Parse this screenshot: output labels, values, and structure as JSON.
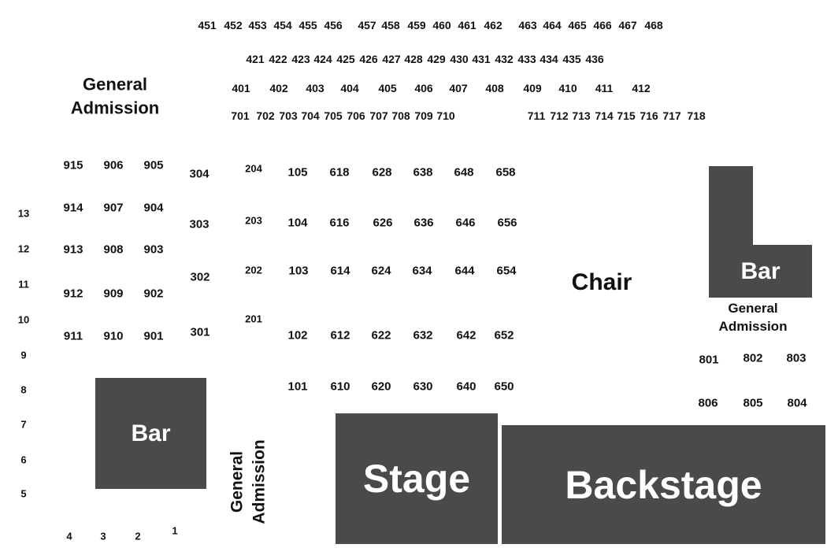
{
  "labels": {
    "ga_top_left": [
      "General",
      "Admission"
    ],
    "ga_right": [
      "General",
      "Admission"
    ],
    "ga_bottom": [
      "General",
      "Admission"
    ],
    "chair": "Chair",
    "bar_left": "Bar",
    "bar_right": "Bar",
    "stage": "Stage",
    "backstage": "Backstage"
  },
  "colors": {
    "block_fill": "#4a4a4a",
    "block_text": "#ffffff",
    "seat_text": "#111111"
  },
  "rows": {
    "r45x": [
      "451",
      "452",
      "453",
      "454",
      "455",
      "456",
      "457",
      "458",
      "459",
      "460",
      "461",
      "462",
      "463",
      "464",
      "465",
      "466",
      "467",
      "468"
    ],
    "r42x": [
      "421",
      "422",
      "423",
      "424",
      "425",
      "426",
      "427",
      "428",
      "429",
      "430",
      "431",
      "432",
      "433",
      "434",
      "435",
      "436"
    ],
    "r40x": [
      "401",
      "402",
      "403",
      "404",
      "405",
      "406",
      "407",
      "408",
      "409",
      "410",
      "411",
      "412"
    ],
    "r70x": [
      "701",
      "702",
      "703",
      "704",
      "705",
      "706",
      "707",
      "708",
      "709",
      "710",
      "711",
      "712",
      "713",
      "714",
      "715",
      "716",
      "717",
      "718"
    ],
    "left_col": [
      "13",
      "12",
      "11",
      "10",
      "9",
      "8",
      "7",
      "6",
      "5"
    ],
    "bottom_left": [
      "4",
      "3",
      "2",
      "1"
    ],
    "ga900": [
      [
        "915",
        "906",
        "905"
      ],
      [
        "914",
        "907",
        "904"
      ],
      [
        "913",
        "908",
        "903"
      ],
      [
        "912",
        "909",
        "902"
      ],
      [
        "911",
        "910",
        "901"
      ]
    ],
    "c300": [
      "304",
      "303",
      "302",
      "301"
    ],
    "c200": [
      "204",
      "203",
      "202",
      "201"
    ],
    "c100": [
      "105",
      "104",
      "103",
      "102",
      "101"
    ],
    "c610": [
      "618",
      "616",
      "614",
      "612",
      "610"
    ],
    "c620": [
      "628",
      "626",
      "624",
      "622",
      "620"
    ],
    "c630": [
      "638",
      "636",
      "634",
      "632",
      "630"
    ],
    "c640": [
      "648",
      "646",
      "644",
      "642",
      "640"
    ],
    "c650": [
      "658",
      "656",
      "654",
      "652",
      "650"
    ],
    "r800_top": [
      "801",
      "802",
      "803"
    ],
    "r800_bottom": [
      "806",
      "805",
      "804"
    ]
  }
}
